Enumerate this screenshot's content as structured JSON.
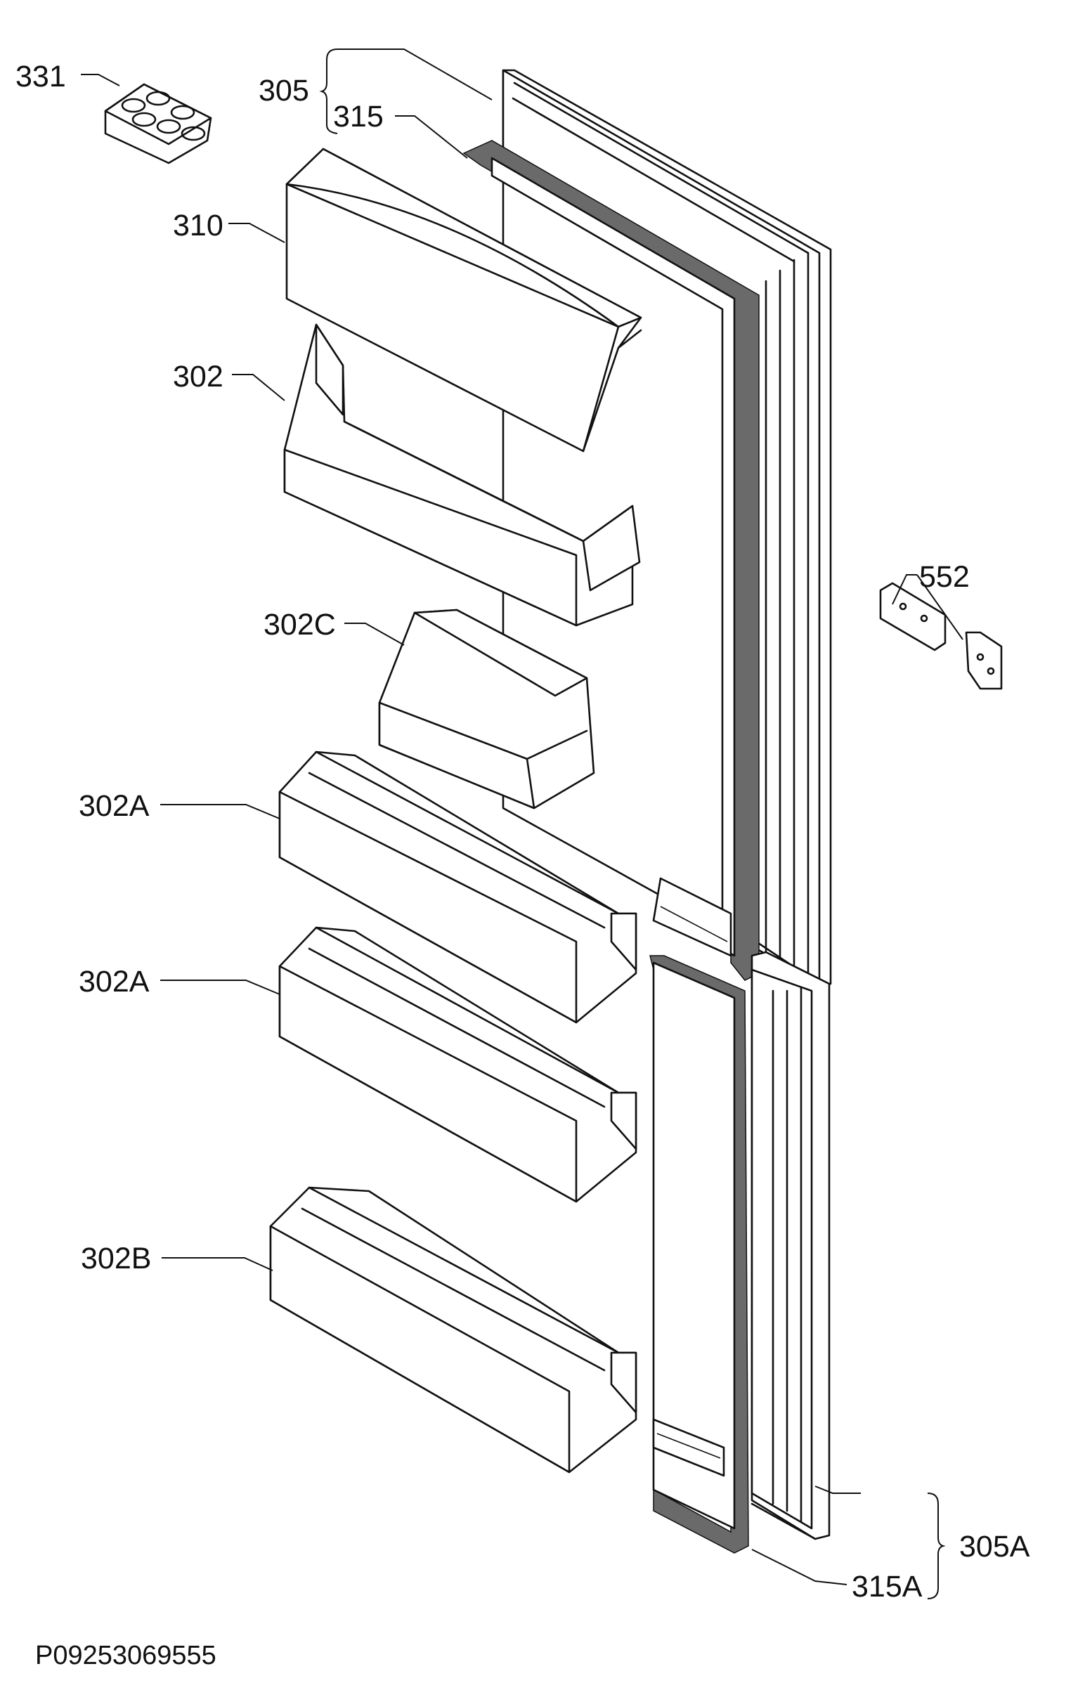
{
  "labels": {
    "l331": "331",
    "l305": "305",
    "l315": "315",
    "l310": "310",
    "l302": "302",
    "l302c": "302C",
    "l302a_1": "302A",
    "l302a_2": "302A",
    "l302b": "302B",
    "l552": "552",
    "l305a": "305A",
    "l315a": "315A"
  },
  "footer": {
    "code": "P09253069555"
  }
}
